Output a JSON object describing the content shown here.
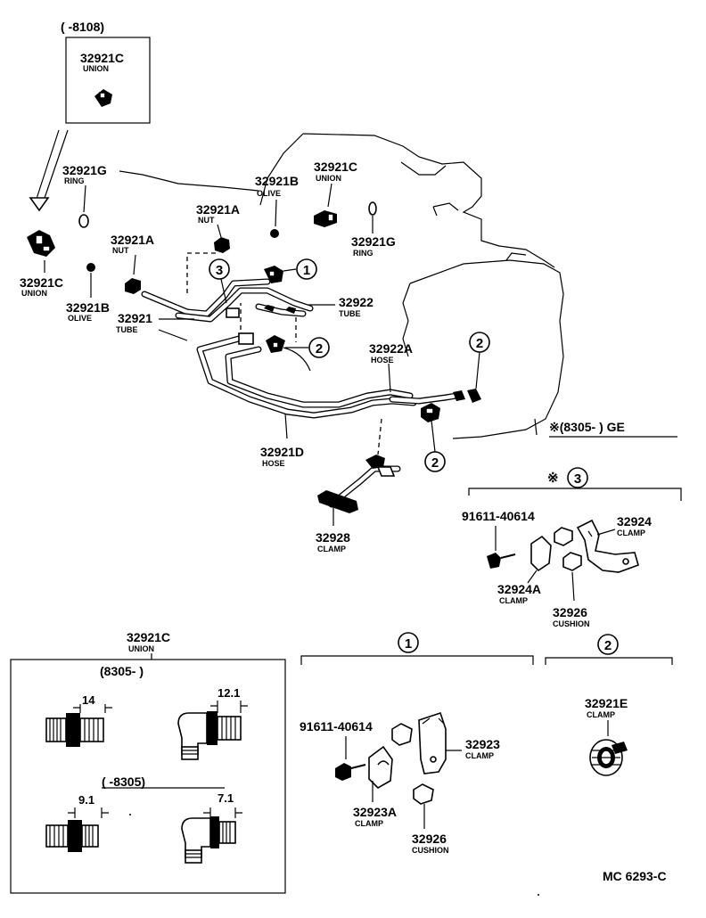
{
  "early_box": {
    "range": "(      -8108)",
    "part_no": "32921C",
    "name": "UNION"
  },
  "parts": {
    "p32921G_a": {
      "no": "32921G",
      "name": "RING"
    },
    "p32921B_a": {
      "no": "32921B",
      "name": "OLIVE"
    },
    "p32921C_a": {
      "no": "32921C",
      "name": "UNION"
    },
    "p32921A_a": {
      "no": "32921A",
      "name": "NUT"
    },
    "p32921G_b": {
      "no": "32921G",
      "name": "RING"
    },
    "p32921A_b": {
      "no": "32921A",
      "name": "NUT"
    },
    "p32921C_b": {
      "no": "32921C",
      "name": "UNION"
    },
    "p32921B_b": {
      "no": "32921B",
      "name": "OLIVE"
    },
    "p32921": {
      "no": "32921",
      "name": "TUBE"
    },
    "p32922": {
      "no": "32922",
      "name": "TUBE"
    },
    "p32922A": {
      "no": "32922A",
      "name": "HOSE"
    },
    "p32921D": {
      "no": "32921D",
      "name": "HOSE"
    },
    "p32928": {
      "no": "32928",
      "name": "CLAMP"
    }
  },
  "callouts": {
    "c1": "1",
    "c2": "2",
    "c3": "3"
  },
  "ge_note": "※(8305-        ) GE",
  "group3": {
    "header": "※",
    "num": "3",
    "bolt": "91611-40614",
    "clamp_a": {
      "no": "32924",
      "name": "CLAMP"
    },
    "clamp_b": {
      "no": "32924A",
      "name": "CLAMP"
    },
    "cushion": {
      "no": "32926",
      "name": "CUSHION"
    }
  },
  "union_box": {
    "part_no": "32921C",
    "name": "UNION",
    "late_range": "(8305-        )",
    "early_range": "(      -8305)",
    "dims": {
      "d1": "14",
      "d2": "12.1",
      "d3": "9.1",
      "d4": "7.1"
    }
  },
  "group1": {
    "num": "1",
    "bolt": "91611-40614",
    "clamp_a": {
      "no": "32923",
      "name": "CLAMP"
    },
    "clamp_b": {
      "no": "32923A",
      "name": "CLAMP"
    },
    "cushion": {
      "no": "32926",
      "name": "CUSHION"
    }
  },
  "group2": {
    "num": "2",
    "clamp": {
      "no": "32921E",
      "name": "CLAMP"
    }
  },
  "footer_code": "MC 6293-C"
}
